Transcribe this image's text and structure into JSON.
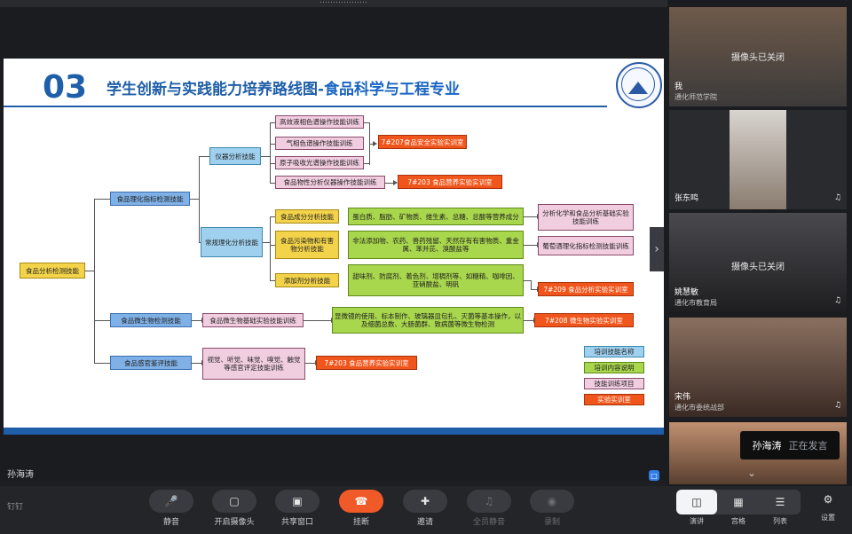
{
  "window": {
    "title": "………………"
  },
  "slide": {
    "number": "03",
    "title_main": "学生创新与实践能力培养路线图-",
    "title_highlight": "食品科学与工程专业",
    "root": "食品分析检测技能",
    "cat1": "食品理化指标检测技能",
    "cat2": "食品微生物检测技能",
    "cat3": "食品感官鉴评技能",
    "sub1": "仪器分析技能",
    "sub2": "常规理化分析技能",
    "inst1": "高效液相色谱操作技能训练",
    "inst2": "气相色谱操作技能训练",
    "inst3": "原子吸收光谱操作技能训练",
    "inst4": "食品物性分析仪器操作技能训练",
    "lab_safety": "7#207食品安全实验实训室",
    "lab_nutrition1": "7#203 食品营养实验实训室",
    "comp1": "食品成分分析技能",
    "comp2": "食品污染物和有害物分析技能",
    "comp3": "添加剂分析技能",
    "g1": "蛋白质、脂肪、矿物质、维生素、总糖、总酸等营养成分",
    "g2": "非法添加物、农药、兽药残留、天然存有有害物质、重金属、苯并芘、溴酸盐等",
    "g3": "甜味剂、防腐剂、着色剂、增稠剂等、如糖精、咖啡因、亚硝酸盐、明矾",
    "p1": "分析化学和食品分析基础实验技能训练",
    "p2": "葡萄酒理化指标检测技能训练",
    "lab_analysis": "7#209 食品分析实验实训室",
    "micro_train": "食品微生物基础实验技能训练",
    "micro_content": "显微镜的使用、标本制作、玻璃器皿包扎、灭菌等基本操作，以及细菌总数、大肠菌群、致病菌等微生物检测",
    "lab_micro": "7#208 微生物实验实训室",
    "sens_train": "视觉、听觉、味觉、嗅觉、触觉等感官评定技能训练",
    "lab_nutrition2": "7#203 食品营养实验实训室",
    "legend": [
      "培训技能名称",
      "培训内容说明",
      "技能训练项目",
      "实验实训室"
    ]
  },
  "presenter": "孙海涛",
  "participants": [
    {
      "name": "我",
      "org": "通化师范学院",
      "status": "摄像头已关闭"
    },
    {
      "name": "张东鸣",
      "org": ""
    },
    {
      "name": "姚慧敏",
      "org": "通化市教育局",
      "status": "摄像头已关闭"
    },
    {
      "name": "宋伟",
      "org": "通化市委统战部"
    },
    {
      "name": "",
      "org": ""
    }
  ],
  "speaking": {
    "name": "孙海涛",
    "status": "正在发言"
  },
  "toolbar": {
    "pin": "钉钉",
    "mute": "静音",
    "camera": "开启摄像头",
    "share": "共享窗口",
    "hangup": "挂断",
    "invite": "邀请",
    "mute_all": "全员静音",
    "record": "录制",
    "view_speaker": "演讲",
    "view_grid": "宫格",
    "view_list": "列表",
    "settings": "设置"
  },
  "colors": {
    "accent": "#1f5ea8",
    "hangup": "#f05a28",
    "lab": "#f0561c"
  },
  "icons": [
    "mic-icon",
    "camera-icon",
    "share-icon",
    "phone-icon",
    "invite-icon",
    "mute-all-icon",
    "record-icon",
    "speaker-view-icon",
    "grid-view-icon",
    "list-view-icon",
    "gear-icon",
    "chevron-right-icon",
    "chevron-down-icon"
  ]
}
